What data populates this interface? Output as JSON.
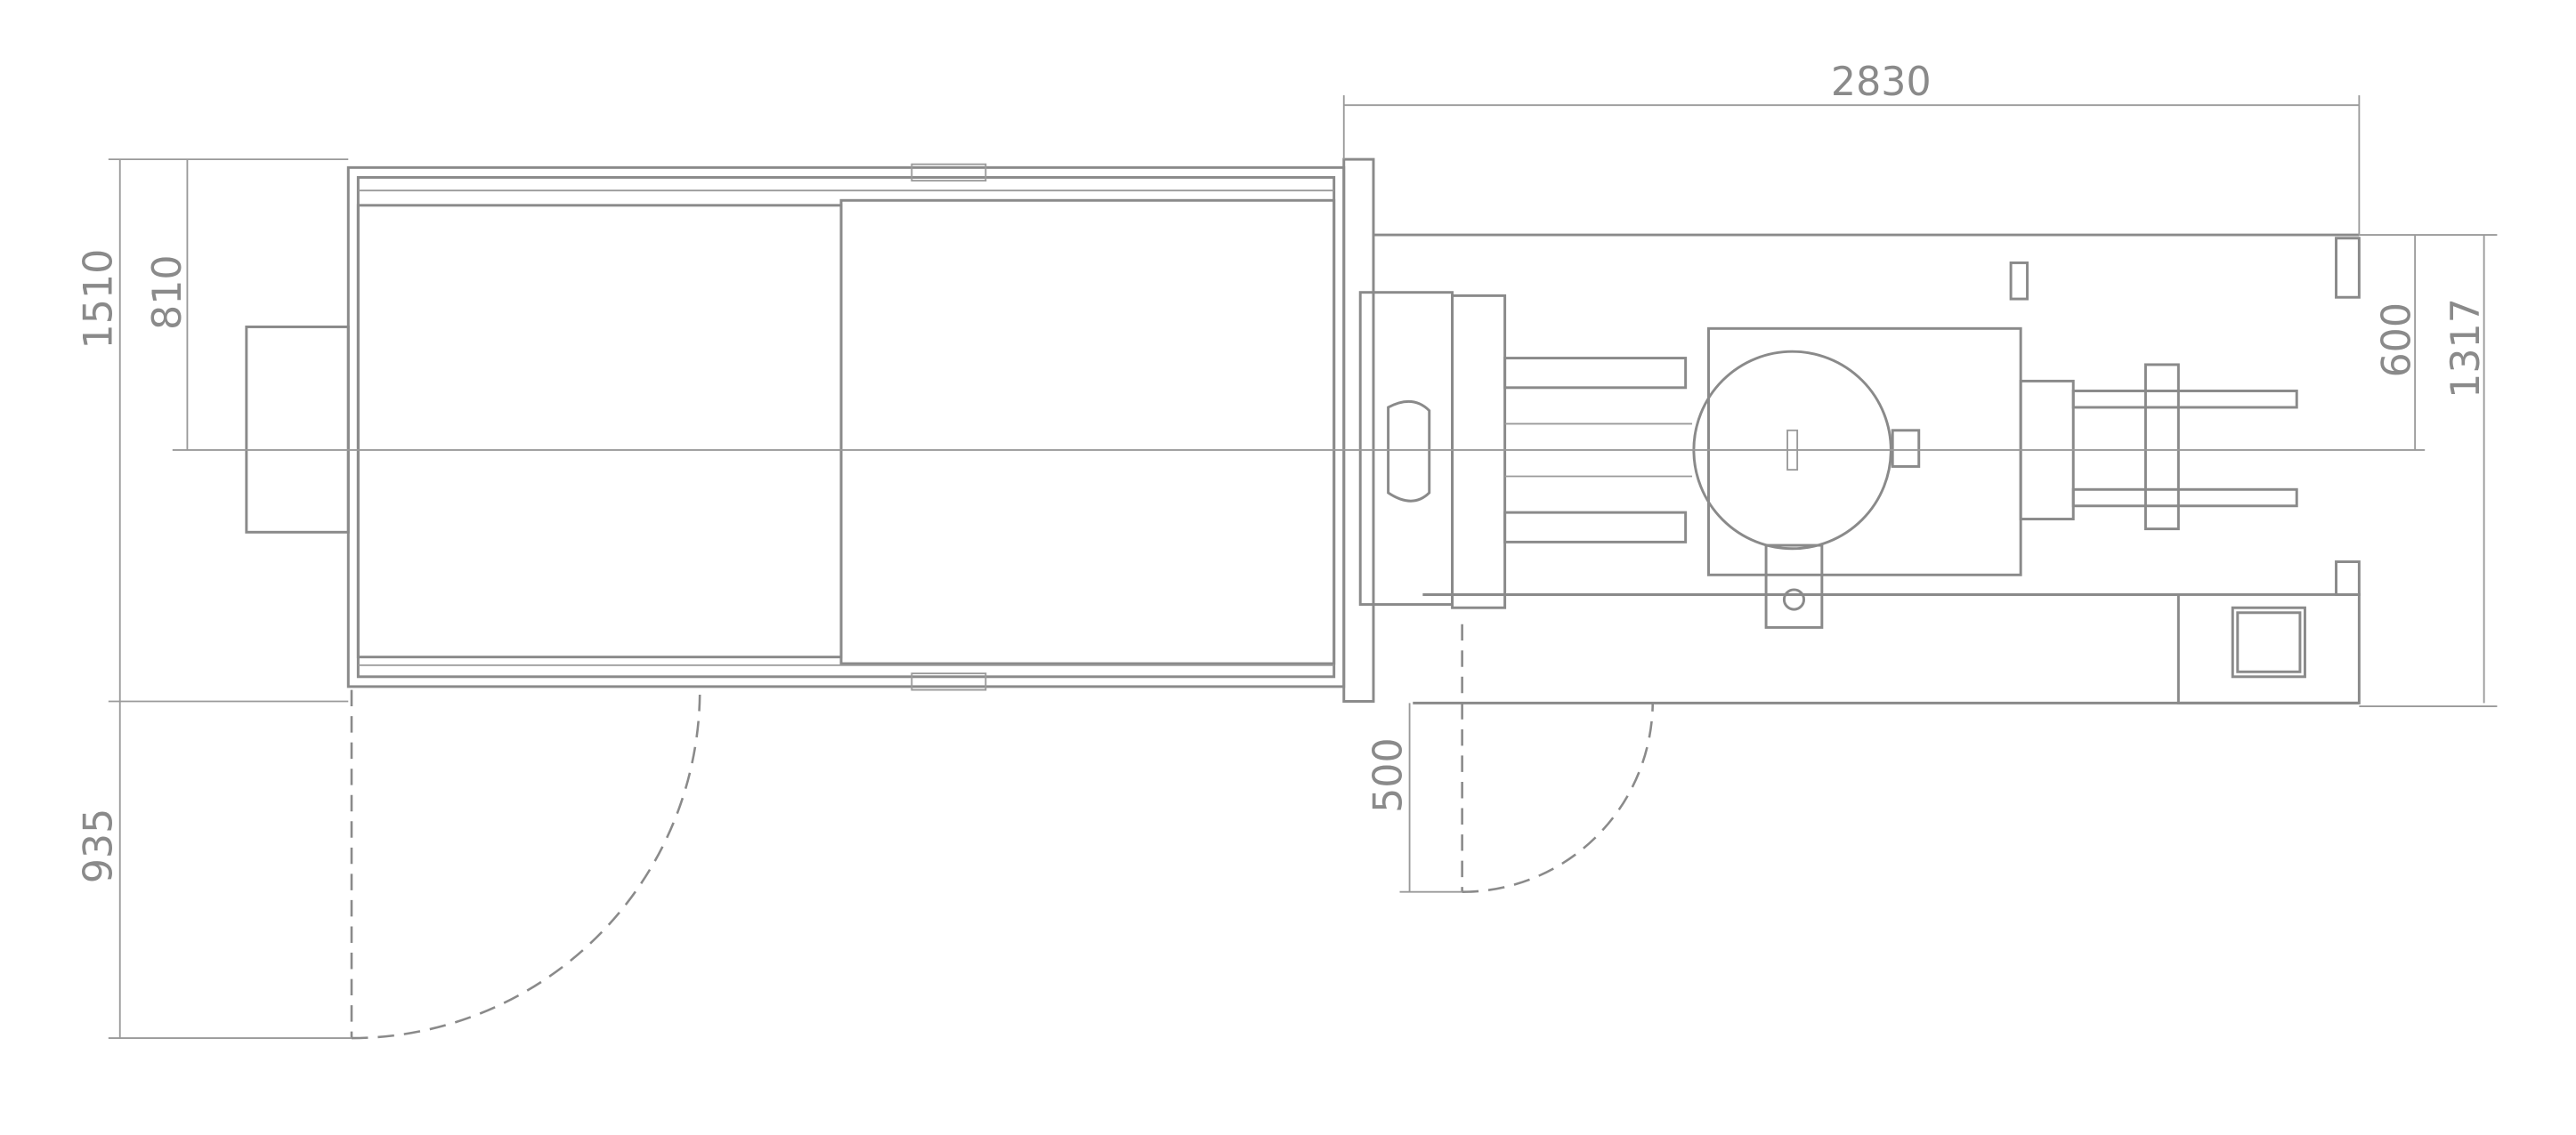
{
  "diagram": {
    "title": "",
    "units": "mm",
    "dimensions": {
      "overall_length_right": "2830",
      "overall_width_left": "1510",
      "centerline_offset_left": "810",
      "door_swing_left": "935",
      "door_swing_right": "500",
      "centerline_offset_right": "600",
      "overall_width_right": "1317"
    },
    "colors": {
      "line": "#8a8a8a",
      "background": "#ffffff"
    }
  }
}
